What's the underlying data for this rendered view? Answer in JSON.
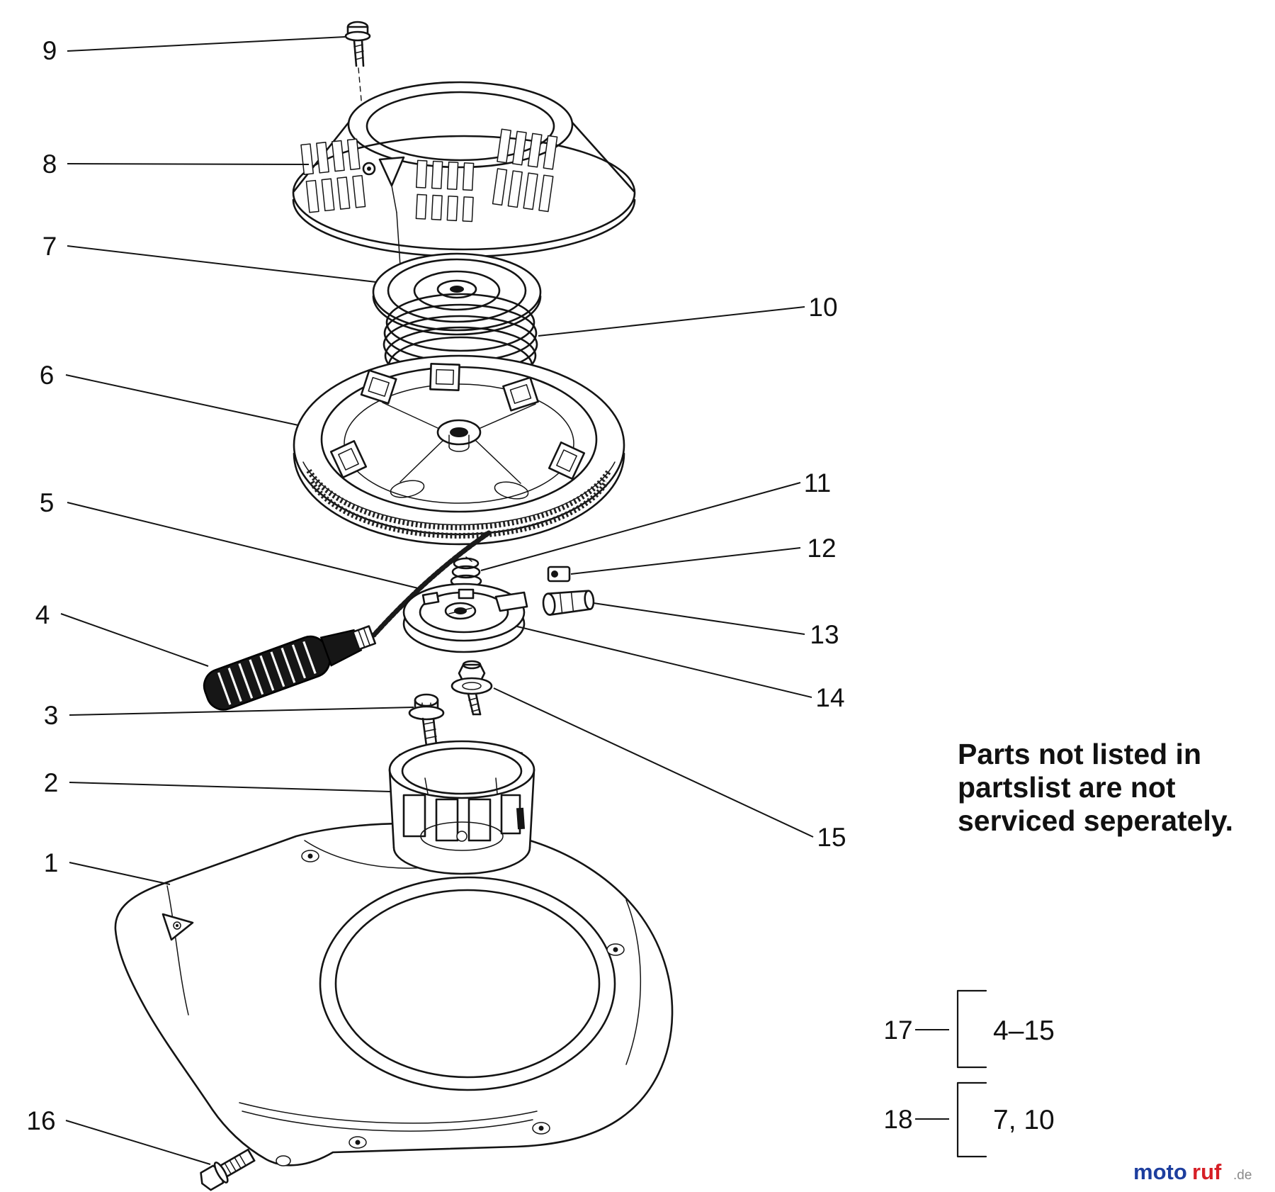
{
  "labels": {
    "n1": "1",
    "n2": "2",
    "n3": "3",
    "n4": "4",
    "n5": "5",
    "n6": "6",
    "n7": "7",
    "n8": "8",
    "n9": "9",
    "n10": "10",
    "n11": "11",
    "n12": "12",
    "n13": "13",
    "n14": "14",
    "n15": "15",
    "n16": "16"
  },
  "groups": {
    "g17": {
      "label": "17",
      "range": "4–15"
    },
    "g18": {
      "label": "18",
      "range": "7, 10"
    }
  },
  "note": {
    "line1": "Parts not listed in",
    "line2": "partslist are not",
    "line3": "serviced seperately."
  },
  "watermark": {
    "brand_a": "moto",
    "brand_b": "ruf",
    "tld": ".de"
  },
  "colors": {
    "line": "#141414",
    "brand_blue": "#1d3e9e",
    "brand_red": "#d61f26"
  }
}
